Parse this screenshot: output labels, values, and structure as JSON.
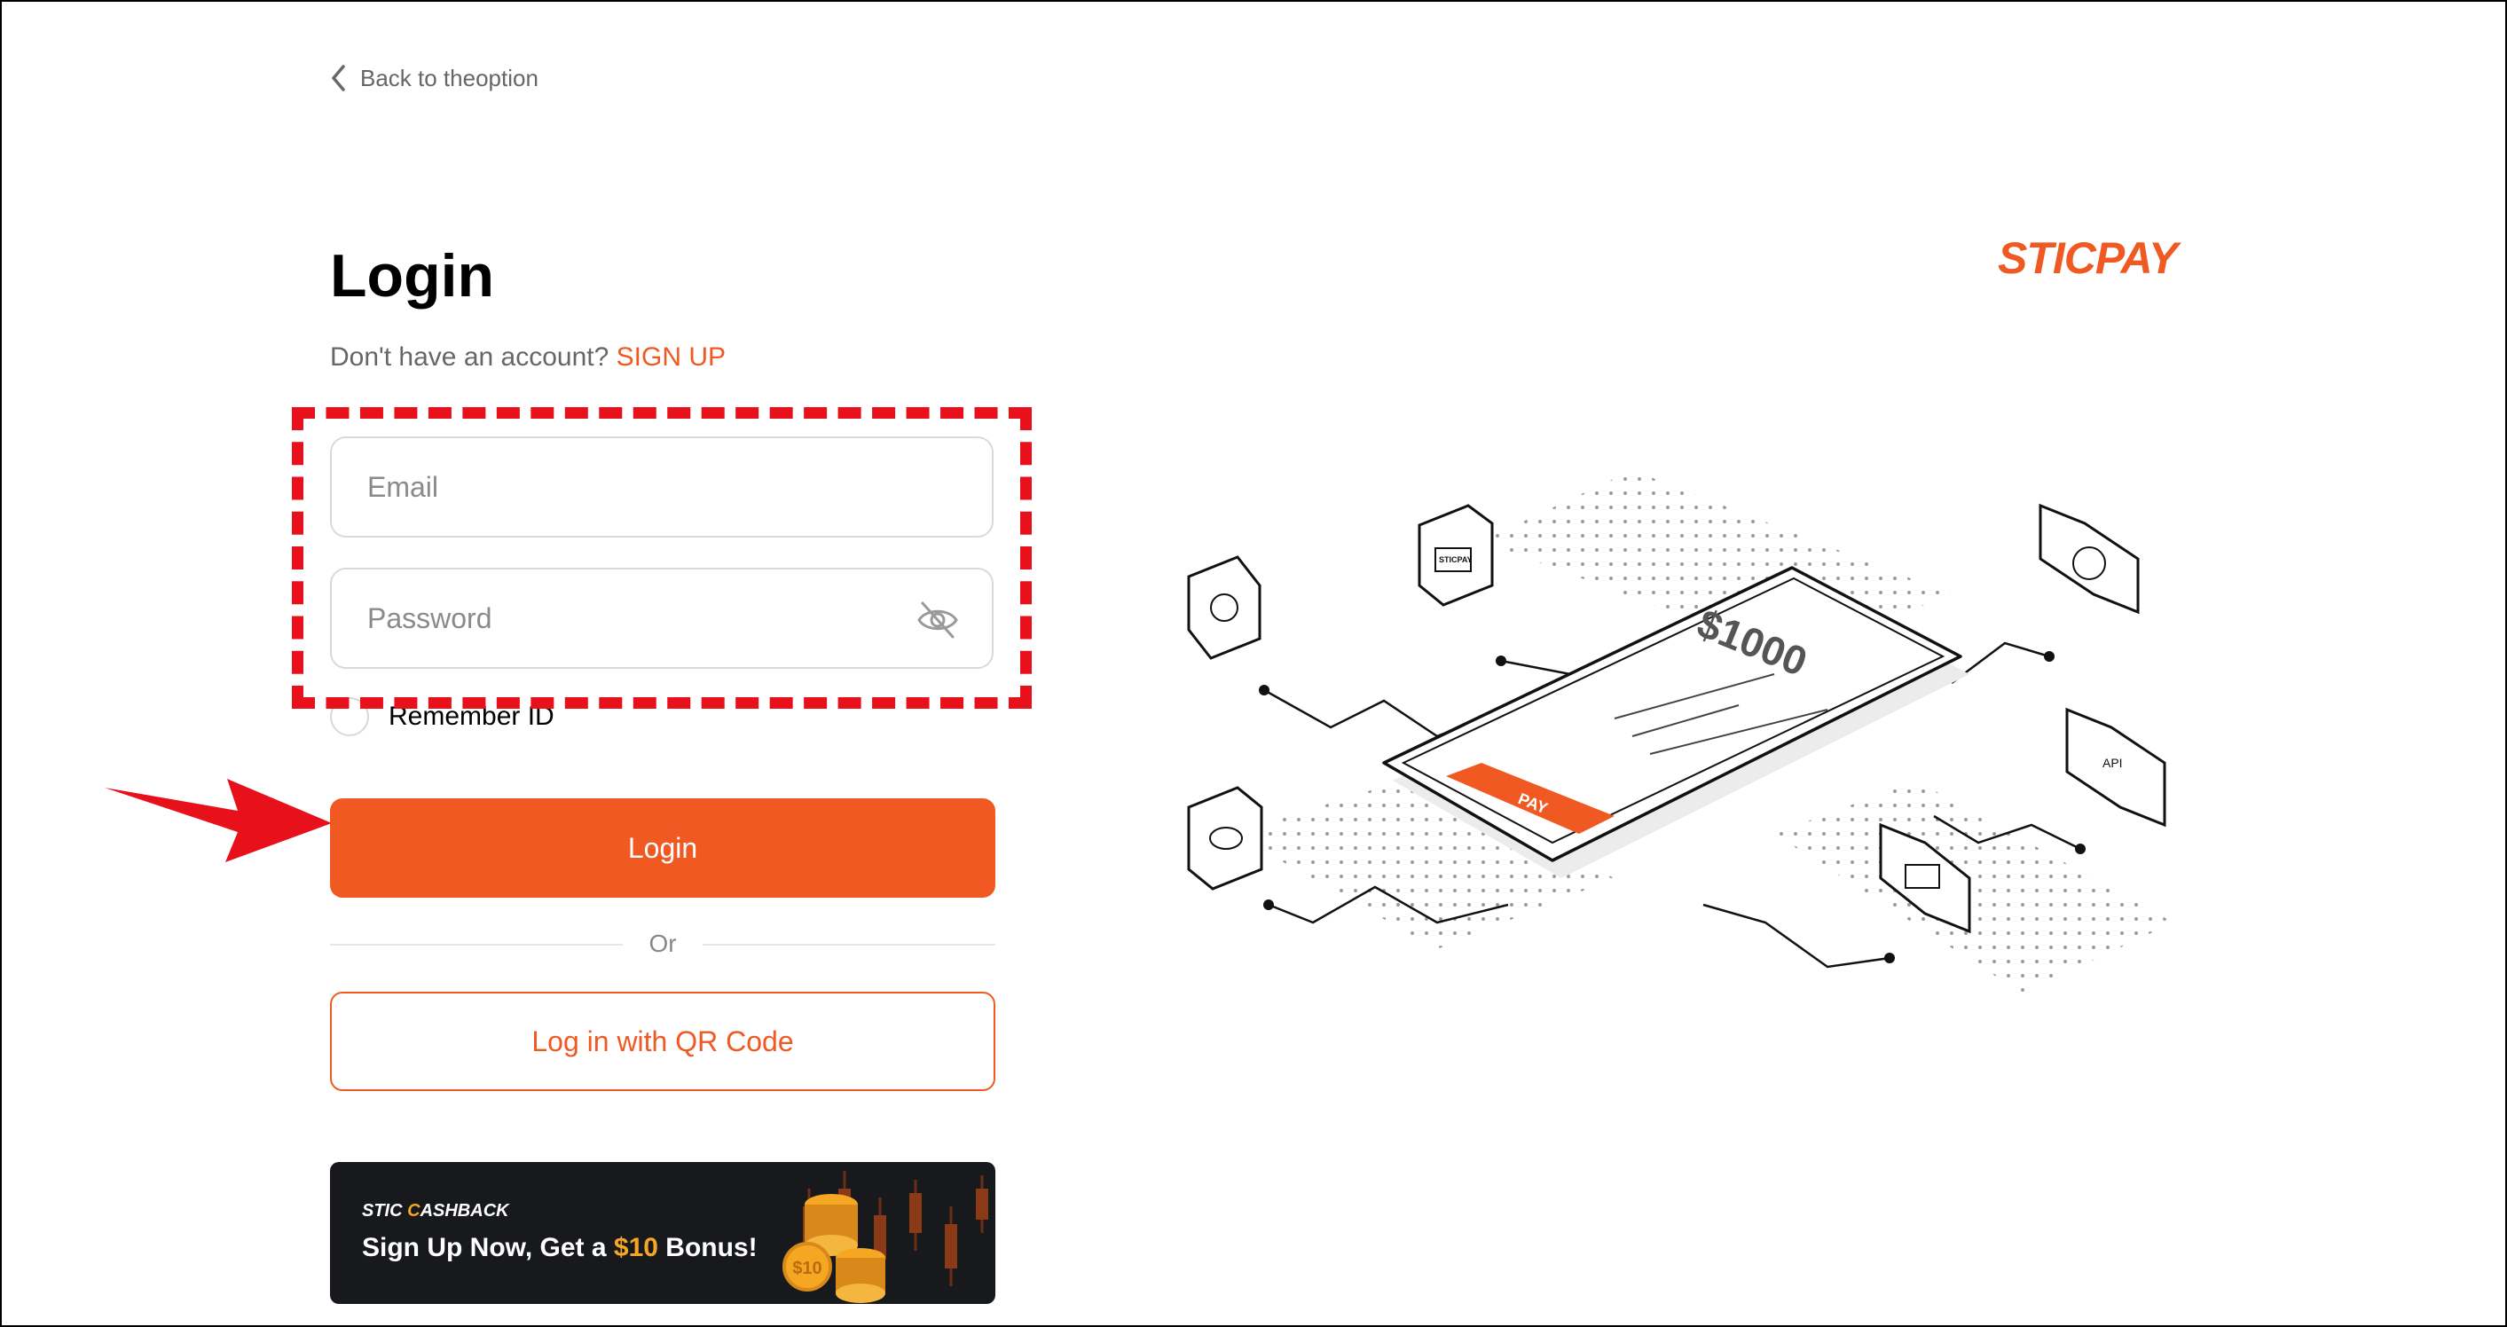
{
  "header": {
    "back_label": "Back to theoption"
  },
  "login": {
    "title": "Login",
    "signup_prompt": "Don't have an account?",
    "signup_link": "SIGN UP",
    "email_placeholder": "Email",
    "password_placeholder": "Password",
    "remember_label": "Remember ID",
    "login_button": "Login",
    "divider_text": "Or",
    "qr_button": "Log in with QR Code"
  },
  "banner": {
    "brand_prefix": "STIC ",
    "brand_accent": "C",
    "brand_suffix": "ASHBACK",
    "headline_prefix": "Sign Up Now, Get a ",
    "headline_amount": "$10",
    "headline_suffix": " Bonus!",
    "coin_label": "$10"
  },
  "brand": {
    "logo": "STICPAY"
  },
  "illustration": {
    "amount": "$1000",
    "pay_label": "PAY",
    "card_text": "STICPAY",
    "api_label": "API"
  },
  "colors": {
    "accent": "#f05a22",
    "annotation": "#e8101a",
    "banner_bg": "#17191d"
  },
  "icons": [
    "chevron-left-icon",
    "eye-off-icon",
    "checkbox-icon",
    "coin-icon",
    "card-icon",
    "support-icon",
    "piggy-bank-icon",
    "api-icon",
    "wallet-icon"
  ]
}
